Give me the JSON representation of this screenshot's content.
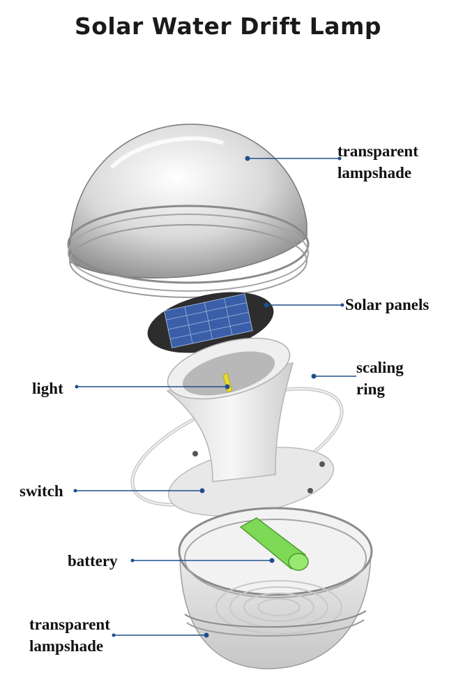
{
  "title": "Solar Water Drift Lamp",
  "labels": {
    "top_shade_line1": "transparent",
    "top_shade_line2": "lampshade",
    "solar_panels": "Solar panels",
    "scaling_line1": "scaling",
    "scaling_line2": "ring",
    "light": "light",
    "switch": "switch",
    "battery": "battery",
    "bottom_shade_line1": "transparent",
    "bottom_shade_line2": "lampshade"
  },
  "colors": {
    "leader_line": "#1f4e8c",
    "battery": "#7ed957",
    "solar_cell": "#3a5fa8",
    "light_stick": "#e8d836"
  }
}
